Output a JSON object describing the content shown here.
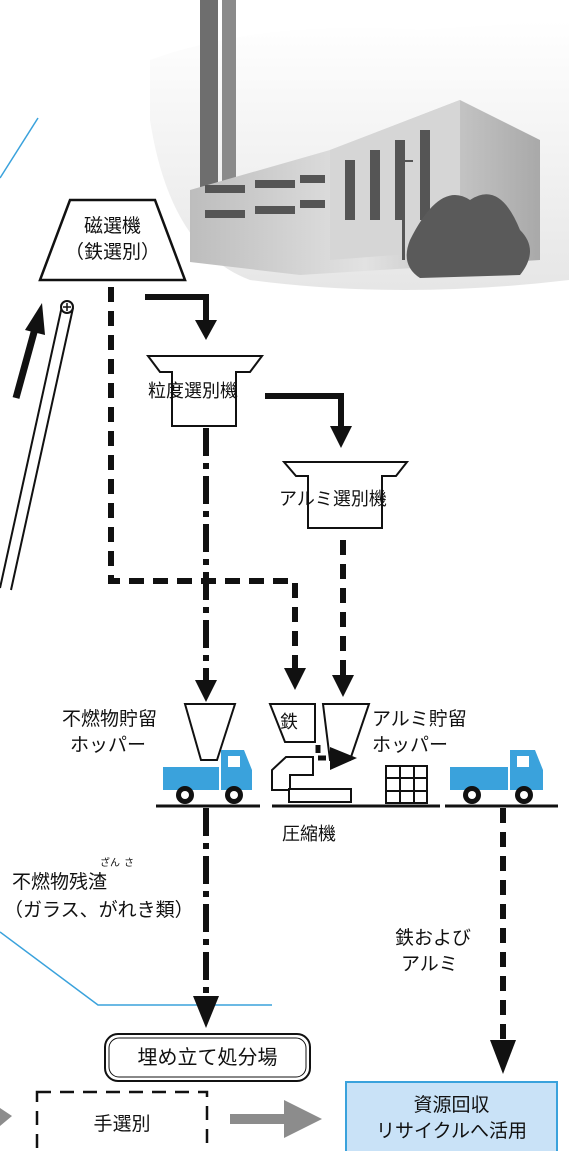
{
  "equipment": {
    "magnetic_separator": {
      "line1": "磁選機",
      "line2": "（鉄選別）"
    },
    "grain_separator": "粒度選別機",
    "aluminum_separator": "アルミ選別機",
    "iron_hopper": "鉄",
    "compressor": "圧縮機"
  },
  "hoppers": {
    "nonburnable": {
      "line1": "不燃物貯留",
      "line2": "ホッパー"
    },
    "aluminum": {
      "line1": "アルミ貯留",
      "line2": "ホッパー"
    }
  },
  "residue": {
    "line1": "不燃物残渣",
    "ruby_zan": "ざん",
    "ruby_sa": "さ",
    "line2": "（ガラス、がれき類）"
  },
  "landfill": "埋め立て処分場",
  "iron_aluminum": {
    "line1": "鉄および",
    "line2": "アルミ"
  },
  "hand_sorting": "手選別",
  "resource_recovery": {
    "line1": "資源回収",
    "line2": "リサイクルへ活用"
  },
  "colors": {
    "truck": "#3aa2dc",
    "recovery_box": "#c9e2f7",
    "recovery_border": "#3aa2dc",
    "guide_line": "#3aa2dc",
    "gray_arrow": "#8c8c8c"
  }
}
